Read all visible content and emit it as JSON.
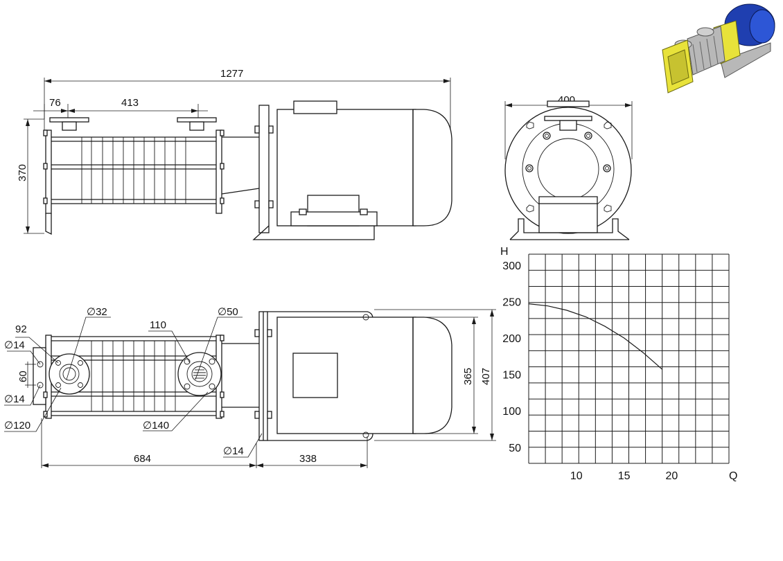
{
  "dimensions": {
    "overall_length": "1277",
    "flange_offset": "76",
    "flange_spacing": "413",
    "height": "370",
    "end_width": "400",
    "bolt_spacing": "92",
    "bolt_hole_left_top": "∅14",
    "slot_height": "60",
    "bolt_hole_left_bottom": "∅14",
    "flange_outer_left": "∅120",
    "inlet_bore": "∅32",
    "outlet_flange_bolt": "110",
    "outlet_bore": "∅50",
    "flange_outer_right": "∅140",
    "pump_length": "684",
    "mount_hole": "∅14",
    "motor_foot": "338",
    "foot_spacing": "365",
    "base_width": "407"
  },
  "chart_data": {
    "type": "line",
    "xlabel": "Q",
    "ylabel": "H",
    "x_ticks": [
      "10",
      "15",
      "20"
    ],
    "y_ticks": [
      "50",
      "100",
      "150",
      "200",
      "250",
      "300"
    ],
    "xlim": [
      5,
      26
    ],
    "ylim": [
      28,
      315
    ],
    "grid": true,
    "series": [
      {
        "x": [
          5,
          7,
          9,
          11,
          13,
          15,
          17,
          19
        ],
        "y": [
          247,
          244,
          238,
          229,
          216,
          200,
          180,
          157
        ]
      }
    ]
  },
  "colors": {
    "pump_body": "#b8b8b8",
    "pump_flange": "#e8e23a",
    "motor": "#1f3fb0",
    "line": "#1a1a1a"
  }
}
